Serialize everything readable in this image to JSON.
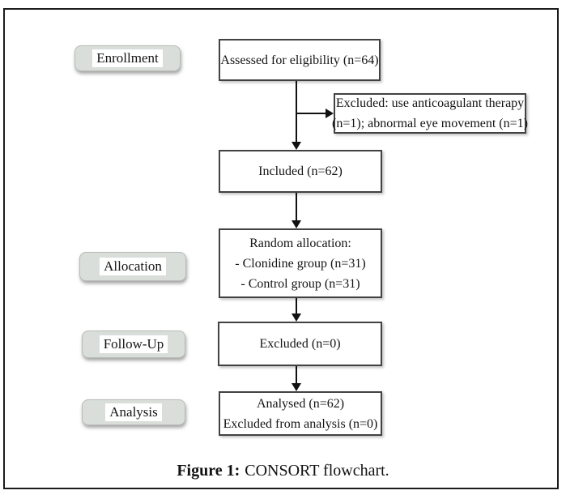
{
  "figure": {
    "caption_prefix": "Figure 1:",
    "caption_text": "CONSORT flowchart."
  },
  "stages": [
    {
      "label": "Enrollment"
    },
    {
      "label": "Allocation"
    },
    {
      "label": "Follow-Up"
    },
    {
      "label": "Analysis"
    }
  ],
  "flow": {
    "assessed": "Assessed for eligibility (n=64)",
    "excluded_reasons_line1": "Excluded: use anticoagulant therapy",
    "excluded_reasons_line2": "(n=1); abnormal eye movement (n=1)",
    "included": "Included (n=62)",
    "random_title": "Random allocation:",
    "random_group1": "- Clonidine group (n=31)",
    "random_group2": "- Control group (n=31)",
    "followup_excluded": "Excluded (n=0)",
    "analysed_line1": "Analysed (n=62)",
    "analysed_line2": "Excluded from analysis (n=0)"
  },
  "colors": {
    "frame_border": "#1b1b1b",
    "box_border": "#424242",
    "stage_fill": "#dadeda",
    "text": "#141414"
  }
}
